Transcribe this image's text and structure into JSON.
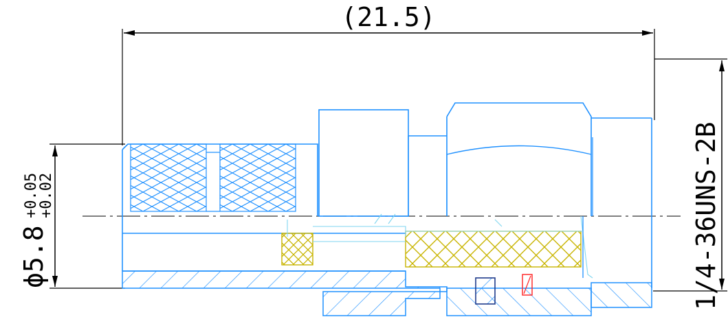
{
  "drawing": {
    "overall_length": "(21.5)",
    "diameter_value": "ϕ5.8",
    "diameter_tol_upper": "+0.05",
    "diameter_tol_lower": "+0.02",
    "thread_spec": "1/4-36UNS-2B"
  },
  "colors": {
    "dimension": "#000000",
    "outline": "#1e90ff",
    "hatch": "#1e90ff",
    "dielectric": "#c8b400",
    "thin_lines": "#7fd6f0",
    "center_line": "#333333",
    "accent": "#ff2020"
  }
}
